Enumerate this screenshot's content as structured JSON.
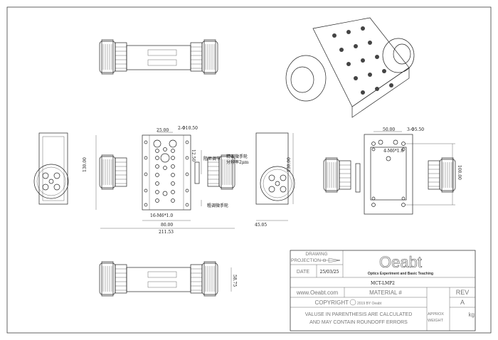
{
  "dimensions": {
    "hole_spacing": "25.00",
    "counterbore": "2-Φ10.50",
    "edge_offset": "12.50",
    "damping_label": "阻尼调节",
    "fine_knob_label": "精调微手轮",
    "resolution_label": "分辨率2μm",
    "coarse_knob_label": "粗调微手轮",
    "thread_holes": "16-M6*1.0",
    "body_width": "80.00",
    "overall_length": "211.53",
    "height": "130.00",
    "side_height": "130.00",
    "side_width": "45.05",
    "rear_hole_spacing": "50.00",
    "rear_holes": "3-Φ5.50",
    "rear_threads": "4-M6*1.0",
    "rear_height": "100.00",
    "bottom_height": "58.75"
  },
  "title_block": {
    "drawing_label": "DRAWING",
    "projection_label": "PROJECTION",
    "date_label": "DATE",
    "date_value": "25/03/25",
    "logo_text": "Oeabt",
    "logo_tagline": "Optics Experiment and Basic Teaching",
    "part_number": "MCT-LMP2",
    "website": "www.Oeabt.com",
    "material_label": "MATERIAL #",
    "rev_label": "REV",
    "rev_value": "A",
    "copyright_label": "COPYRIGHT",
    "copyright_year": "2019 BY Oeabt",
    "note_line1": "VALUSE IN PARENTHESIS ARE CALCULATED",
    "note_line2": "AND MAY CONTAIN ROUNDOFF ERRORS",
    "weight_label1": "APPROX",
    "weight_label2": "WEIGHT",
    "weight_unit": "kg"
  }
}
